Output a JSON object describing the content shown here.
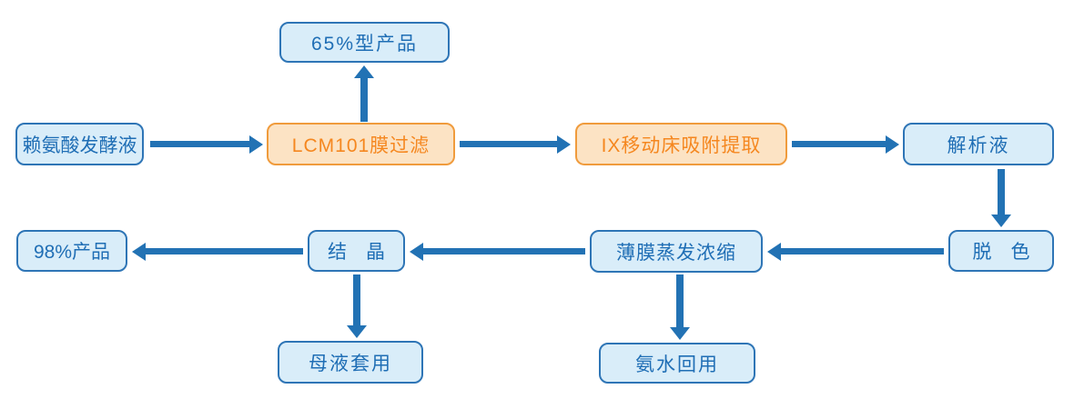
{
  "diagram": {
    "nodes": {
      "product65": {
        "label": "65%型产品",
        "style": "primary"
      },
      "feed": {
        "label": "赖氨酸发酵液",
        "style": "primary"
      },
      "membrane": {
        "label": "LCM101膜过滤",
        "style": "highlight"
      },
      "ix": {
        "label": "IX移动床吸附提取",
        "style": "highlight"
      },
      "eluate": {
        "label": "解析液",
        "style": "primary"
      },
      "decolor": {
        "label": "脱　色",
        "style": "primary"
      },
      "evaporation": {
        "label": "薄膜蒸发浓缩",
        "style": "primary"
      },
      "crystallization": {
        "label": "结　晶",
        "style": "primary"
      },
      "product98": {
        "label": "98%产品",
        "style": "primary"
      },
      "mother_liquor": {
        "label": "母液套用",
        "style": "primary"
      },
      "ammonia": {
        "label": "氨水回用",
        "style": "primary"
      }
    },
    "edges": [
      {
        "from": "feed",
        "to": "membrane"
      },
      {
        "from": "membrane",
        "to": "product65"
      },
      {
        "from": "membrane",
        "to": "ix"
      },
      {
        "from": "ix",
        "to": "eluate"
      },
      {
        "from": "eluate",
        "to": "decolor"
      },
      {
        "from": "decolor",
        "to": "evaporation"
      },
      {
        "from": "evaporation",
        "to": "crystallization"
      },
      {
        "from": "evaporation",
        "to": "ammonia"
      },
      {
        "from": "crystallization",
        "to": "product98"
      },
      {
        "from": "crystallization",
        "to": "mother_liquor"
      }
    ],
    "colors": {
      "arrow": "#2272B4",
      "node_fill": "#D9EDF9",
      "node_border": "#2E75B6",
      "node_text": "#1F6EB5",
      "highlight_fill": "#FCE3C4",
      "highlight_border": "#F09B3C",
      "highlight_text": "#F5871F",
      "background": "#FFFFFF"
    }
  }
}
